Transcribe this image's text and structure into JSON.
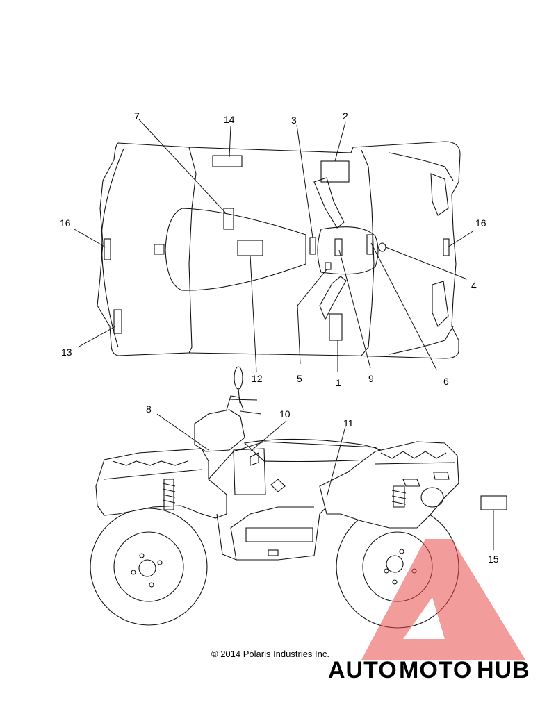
{
  "callouts": {
    "c1": "1",
    "c2": "2",
    "c3": "3",
    "c4": "4",
    "c5": "5",
    "c6": "6",
    "c7": "7",
    "c8": "8",
    "c9": "9",
    "c10": "10",
    "c11": "11",
    "c12": "12",
    "c13": "13",
    "c14": "14",
    "c15": "15",
    "c16a": "16",
    "c16b": "16"
  },
  "footer": {
    "copyright": "© 2014 Polaris Industries Inc."
  },
  "watermark": {
    "part1": "AUTO",
    "part2": "MOTO",
    "part3": "HUB",
    "color_orange": "#f5b04a",
    "color_red": "#e94b4b",
    "color_gray": "#7a7a7a"
  }
}
